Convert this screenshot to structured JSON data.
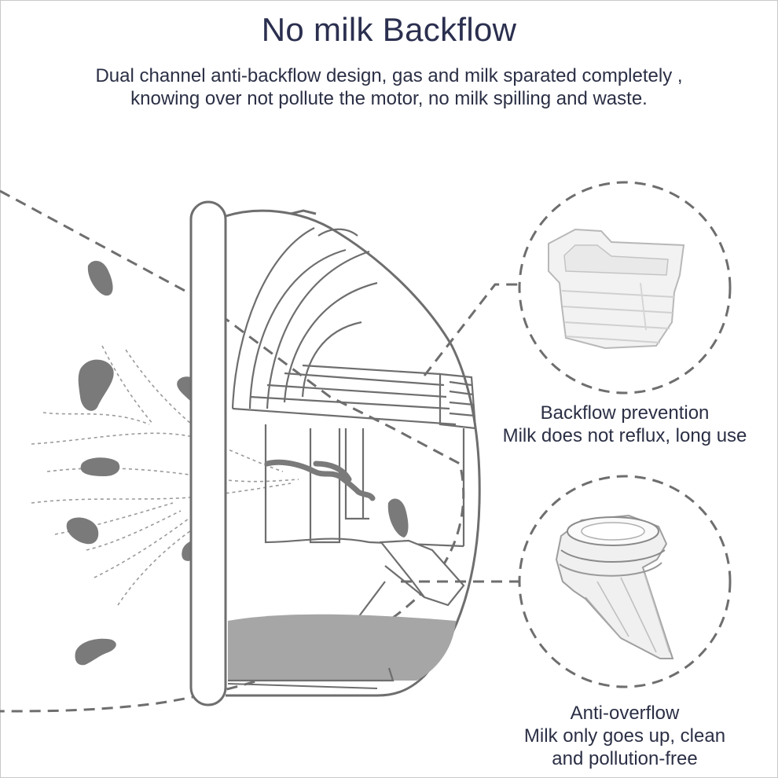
{
  "header": {
    "title": "No milk Backflow",
    "subtitle_line1": "Dual channel anti-backflow design, gas and milk sparated completely ,",
    "subtitle_line2": "knowing over not pollute the motor, no milk spilling and waste."
  },
  "callouts": [
    {
      "title": "Backflow prevention",
      "desc": "Milk does not reflux, long use",
      "icon": "duckbill-valve-icon"
    },
    {
      "title": "Anti-overflow",
      "desc_line1": "Milk only goes up, clean",
      "desc_line2": "and pollution-free",
      "icon": "one-way-valve-icon"
    }
  ],
  "colors": {
    "text": "#2b2f45",
    "line": "#6e6e6e",
    "milk": "#8a8a8a",
    "background": "#ffffff"
  }
}
